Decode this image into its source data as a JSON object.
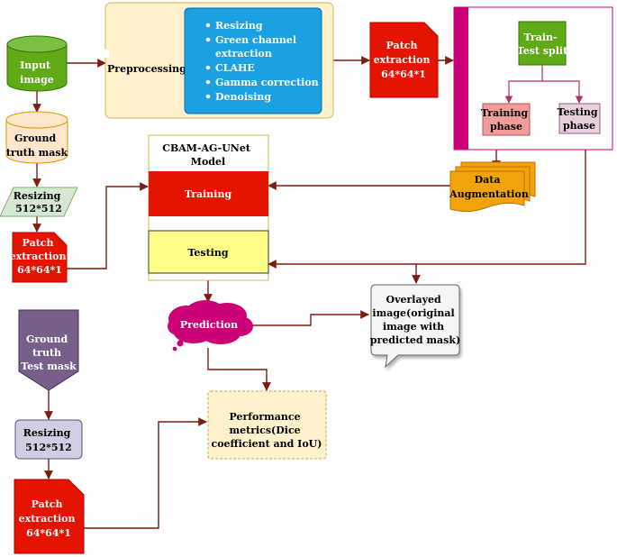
{
  "nodes": {
    "input_image": [
      "Input",
      "image"
    ],
    "gt_mask": [
      "Ground",
      "truth mask"
    ],
    "resize_top": [
      "Resizing",
      "512*512"
    ],
    "patch_left": [
      "Patch",
      "extraction",
      "64*64*1"
    ],
    "preprocessing": "Preprocessing",
    "preprocess_steps": [
      "Resizing",
      "Green channel",
      "extraction",
      "CLAHE",
      "Gamma correction",
      "Denoising"
    ],
    "patch_top": [
      "Patch",
      "extraction",
      "64*64*1"
    ],
    "split": [
      "Train-",
      "Test split"
    ],
    "training_phase": [
      "Training",
      "phase"
    ],
    "testing_phase": [
      "Testing",
      "phase"
    ],
    "data_aug": [
      "Data",
      "Augmentation"
    ],
    "model_title": [
      "CBAM-AG-UNet",
      "Model"
    ],
    "model_training": "Training",
    "model_testing": "Testing",
    "prediction": "Prediction",
    "overlay": [
      "Overlayed",
      "image(original",
      "image with",
      "predicted mask)"
    ],
    "gt_test_mask": [
      "Ground",
      "truth",
      "Test mask"
    ],
    "resize_bottom": [
      "Resizing",
      "512*512"
    ],
    "patch_bottom": [
      "Patch",
      "extraction",
      "64*64*1"
    ],
    "metrics": [
      "Performance",
      "metrics(Dice",
      "coefficient and IoU)"
    ]
  },
  "colors": {
    "arrow": "#7a1f0f",
    "green": "#60a917",
    "red": "#e51400",
    "blue": "#1ba1e2",
    "magenta": "#cc0077",
    "orange": "#f0a30a",
    "yellow": "#ffff88",
    "purple": "#76608a",
    "lavender": "#d0cee2",
    "cream": "#fff2cc",
    "peach": "#ffe6cc",
    "pink": "#f19c99",
    "mauve": "#e6d0de"
  }
}
